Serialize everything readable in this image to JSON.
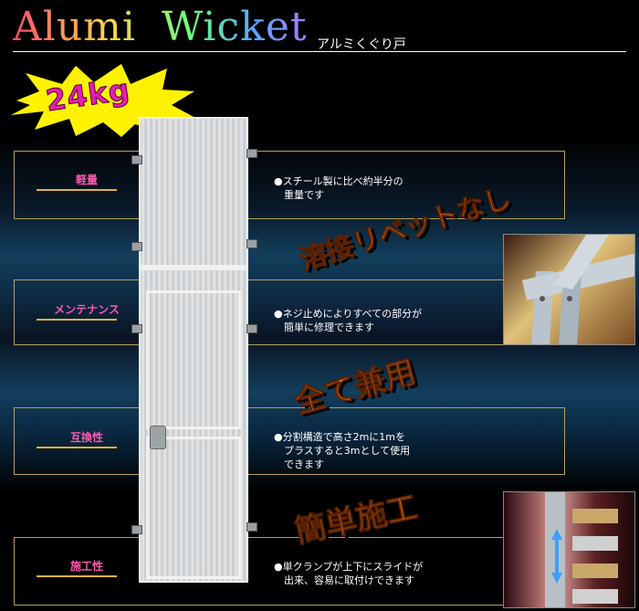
{
  "header": {
    "title_word1": "Alumi",
    "title_word2": "Wicket",
    "subtitle": "アルミくぐり戸"
  },
  "badge": {
    "weight": "24kg"
  },
  "features": [
    {
      "label": "軽量",
      "description": "●スチール製に比べ約半分の\n　重量です"
    },
    {
      "label": "メンテナンス",
      "description": "●ネジ止めによりすべての部分が\n　簡単に修理できます"
    },
    {
      "label": "互換性",
      "description": "●分割構造で高さ2mに1mを\n　プラスすると3mとして使用\n　できます"
    },
    {
      "label": "施工性",
      "description": "●単クランプが上下にスライドが\n　出来、容易に取付けできます"
    }
  ],
  "banners": {
    "banner1": "溶接リベットなし",
    "banner2": "全て兼用",
    "banner3": "簡単施工"
  },
  "colors": {
    "label_pink": "#ff5ab0",
    "underline_gold": "#e0b43a",
    "panel_border": "#b8a05a",
    "banner_orange": "#ff8a1a",
    "badge_yellow": "#fff200",
    "badge_magenta": "#e81db0"
  }
}
